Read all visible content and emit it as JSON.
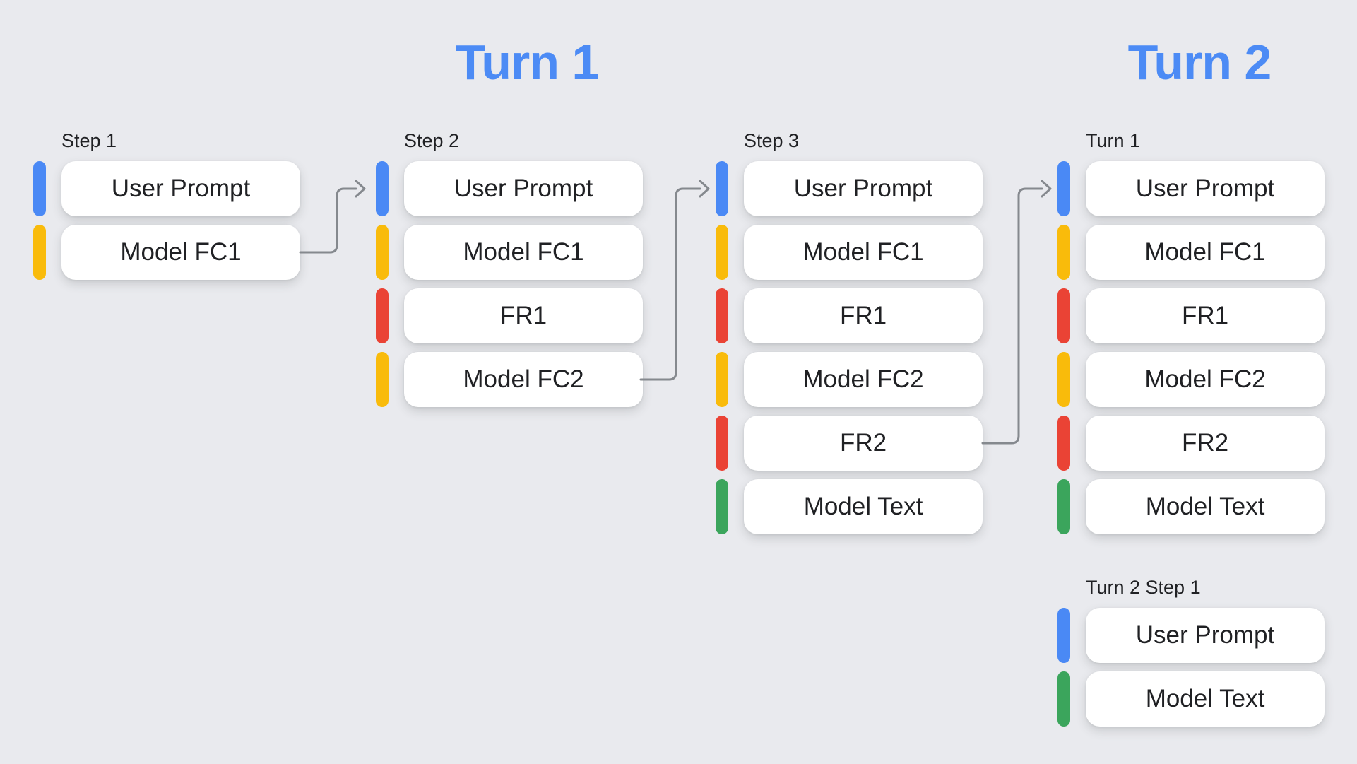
{
  "headings": {
    "turn1": "Turn 1",
    "turn2": "Turn 2"
  },
  "colors": {
    "background": "#e9eaee",
    "heading_blue": "#4C8BF5",
    "user_prompt_bar": "#4A89F5",
    "model_function_call_bar": "#F9BB0B",
    "function_response_bar": "#EA4335",
    "model_text_bar": "#3BA55C",
    "arrow_gray": "#85898E",
    "card_background": "#ffffff",
    "text_dark": "#202124"
  },
  "columns": [
    {
      "label": "Step 1",
      "cards": [
        {
          "label": "User Prompt",
          "type": "user"
        },
        {
          "label": "Model FC1",
          "type": "model-fc"
        }
      ]
    },
    {
      "label": "Step 2",
      "cards": [
        {
          "label": "User Prompt",
          "type": "user"
        },
        {
          "label": "Model FC1",
          "type": "model-fc"
        },
        {
          "label": "FR1",
          "type": "fr"
        },
        {
          "label": "Model FC2",
          "type": "model-fc"
        }
      ]
    },
    {
      "label": "Step 3",
      "cards": [
        {
          "label": "User Prompt",
          "type": "user"
        },
        {
          "label": "Model FC1",
          "type": "model-fc"
        },
        {
          "label": "FR1",
          "type": "fr"
        },
        {
          "label": "Model FC2",
          "type": "model-fc"
        },
        {
          "label": "FR2",
          "type": "fr"
        },
        {
          "label": "Model Text",
          "type": "model-text"
        }
      ]
    },
    {
      "label": "Turn 1",
      "cards": [
        {
          "label": "User Prompt",
          "type": "user"
        },
        {
          "label": "Model FC1",
          "type": "model-fc"
        },
        {
          "label": "FR1",
          "type": "fr"
        },
        {
          "label": "Model FC2",
          "type": "model-fc"
        },
        {
          "label": "FR2",
          "type": "fr"
        },
        {
          "label": "Model Text",
          "type": "model-text"
        }
      ]
    },
    {
      "label": "Turn 2 Step 1",
      "cards": [
        {
          "label": "User Prompt",
          "type": "user"
        },
        {
          "label": "Model Text",
          "type": "model-text"
        }
      ]
    }
  ]
}
